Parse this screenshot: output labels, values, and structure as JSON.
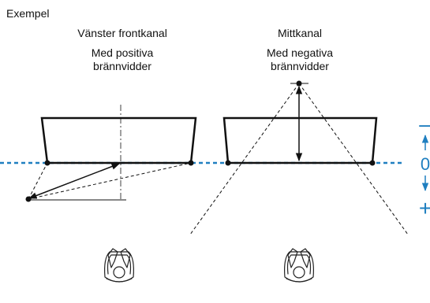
{
  "caption": "Exempel",
  "left_panel": {
    "title": "Vänster frontkanal",
    "subtitle_line1": "Med positiva",
    "subtitle_line2": "brännvidder"
  },
  "right_panel": {
    "title": "Mittkanal",
    "subtitle_line1": "Med negativa",
    "subtitle_line2": "brännvidder"
  },
  "scale": {
    "minus": "–",
    "zero": "0",
    "plus": "+",
    "color": "#1f7fc0"
  }
}
